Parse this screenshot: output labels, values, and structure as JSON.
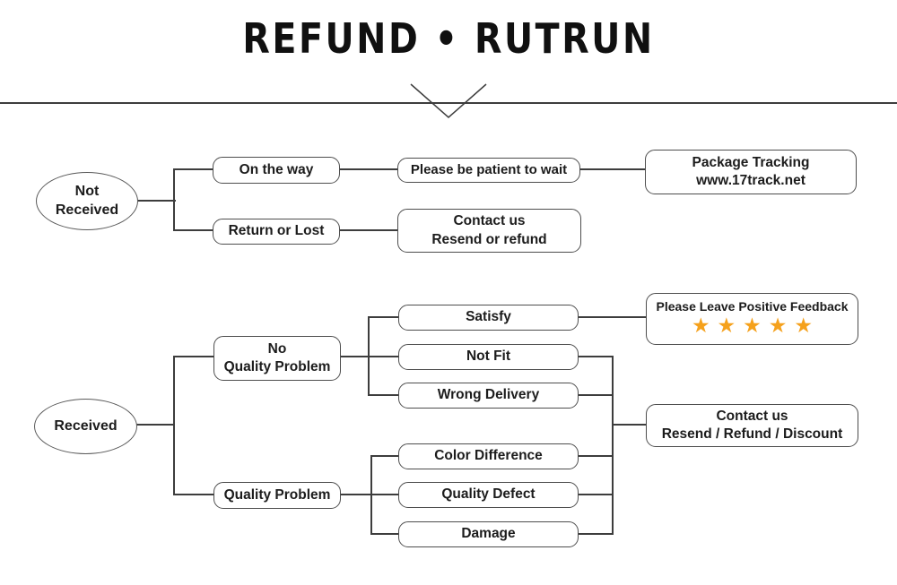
{
  "title": "REFUND • RUTRUN",
  "colors": {
    "star": "#F5A11C",
    "line": "#3d3d3d"
  },
  "nodes": {
    "not_received": {
      "line1": "Not",
      "line2": "Received"
    },
    "received": {
      "label": "Received"
    },
    "on_the_way": {
      "label": "On the way"
    },
    "return_or_lost": {
      "label": "Return or Lost"
    },
    "be_patient": {
      "label": "Please be patient to wait"
    },
    "package_tracking": {
      "line1": "Package Tracking",
      "line2": "www.17track.net"
    },
    "contact_resend": {
      "line1": "Contact us",
      "line2": "Resend or refund"
    },
    "no_quality_problem": {
      "line1": "No",
      "line2": "Quality Problem"
    },
    "quality_problem": {
      "label": "Quality Problem"
    },
    "satisfy": {
      "label": "Satisfy"
    },
    "not_fit": {
      "label": "Not Fit"
    },
    "wrong_delivery": {
      "label": "Wrong Delivery"
    },
    "feedback": {
      "label": "Please Leave Positive Feedback",
      "stars": "★★★★★"
    },
    "contact_discount": {
      "line1": "Contact us",
      "line2": "Resend / Refund / Discount"
    },
    "color_difference": {
      "label": "Color Difference"
    },
    "quality_defect": {
      "label": "Quality Defect"
    },
    "damage": {
      "label": "Damage"
    }
  }
}
